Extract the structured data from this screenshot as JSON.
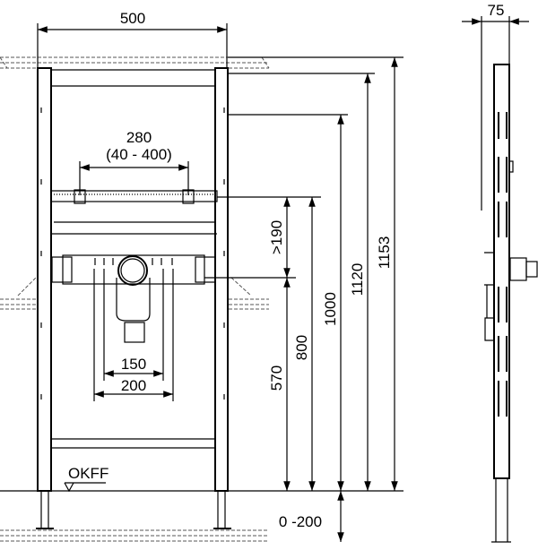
{
  "dimensions": {
    "width_frame": "500",
    "depth": "75",
    "rail_spacing": "280",
    "rail_range": "(40 - 400)",
    "min_rail_gap": ">190",
    "height_1153": "1153",
    "height_1120": "1120",
    "height_1000": "1000",
    "height_800": "800",
    "height_570": "570",
    "connection_150": "150",
    "connection_200": "200",
    "leg_adjust": "0 -200"
  },
  "floor_label": "OKFF"
}
